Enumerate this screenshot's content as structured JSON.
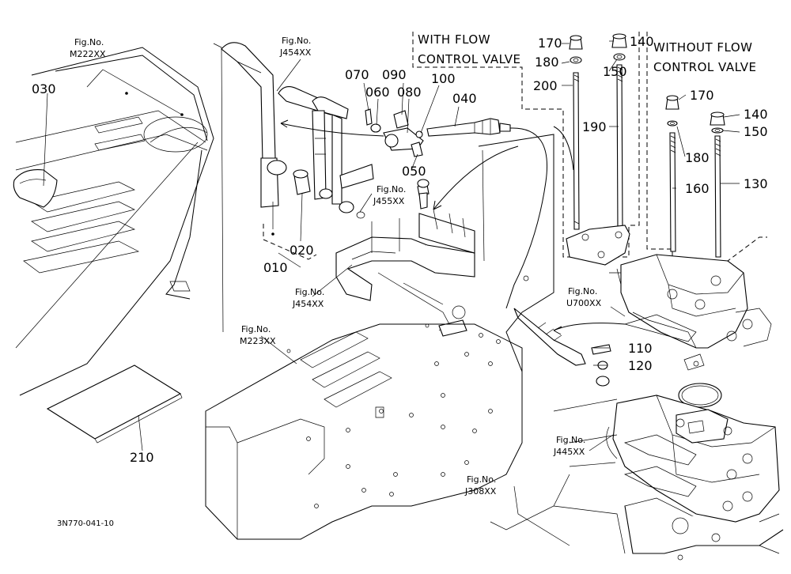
{
  "drawing_code": "3N770-041-10",
  "notes": {
    "with_flow_line1": "WITH FLOW",
    "with_flow_line2": "CONTROL VALVE",
    "without_flow_line1": "WITHOUT FLOW",
    "without_flow_line2": "CONTROL VALVE"
  },
  "fig_refs": {
    "m222": {
      "line1": "Fig.No.",
      "line2": "M222XX"
    },
    "j454_top": {
      "line1": "Fig.No.",
      "line2": "J454XX"
    },
    "j455": {
      "line1": "Fig.No.",
      "line2": "J455XX"
    },
    "j454_mid": {
      "line1": "Fig.No.",
      "line2": "J454XX"
    },
    "m223": {
      "line1": "Fig.No.",
      "line2": "M223XX"
    },
    "u700": {
      "line1": "Fig.No.",
      "line2": "U700XX"
    },
    "j445": {
      "line1": "Fig.No.",
      "line2": "J445XX"
    },
    "j308": {
      "line1": "Fig.No.",
      "line2": "J308XX"
    }
  },
  "parts": {
    "p010": "010",
    "p020": "020",
    "p030": "030",
    "p040": "040",
    "p050": "050",
    "p060": "060",
    "p070": "070",
    "p080": "080",
    "p090": "090",
    "p100": "100",
    "p110": "110",
    "p120": "120",
    "p130": "130",
    "p140a": "140",
    "p140b": "140",
    "p150a": "150",
    "p150b": "150",
    "p160": "160",
    "p170a": "170",
    "p170b": "170",
    "p180a": "180",
    "p180b": "180",
    "p190": "190",
    "p200": "200",
    "p210": "210"
  }
}
